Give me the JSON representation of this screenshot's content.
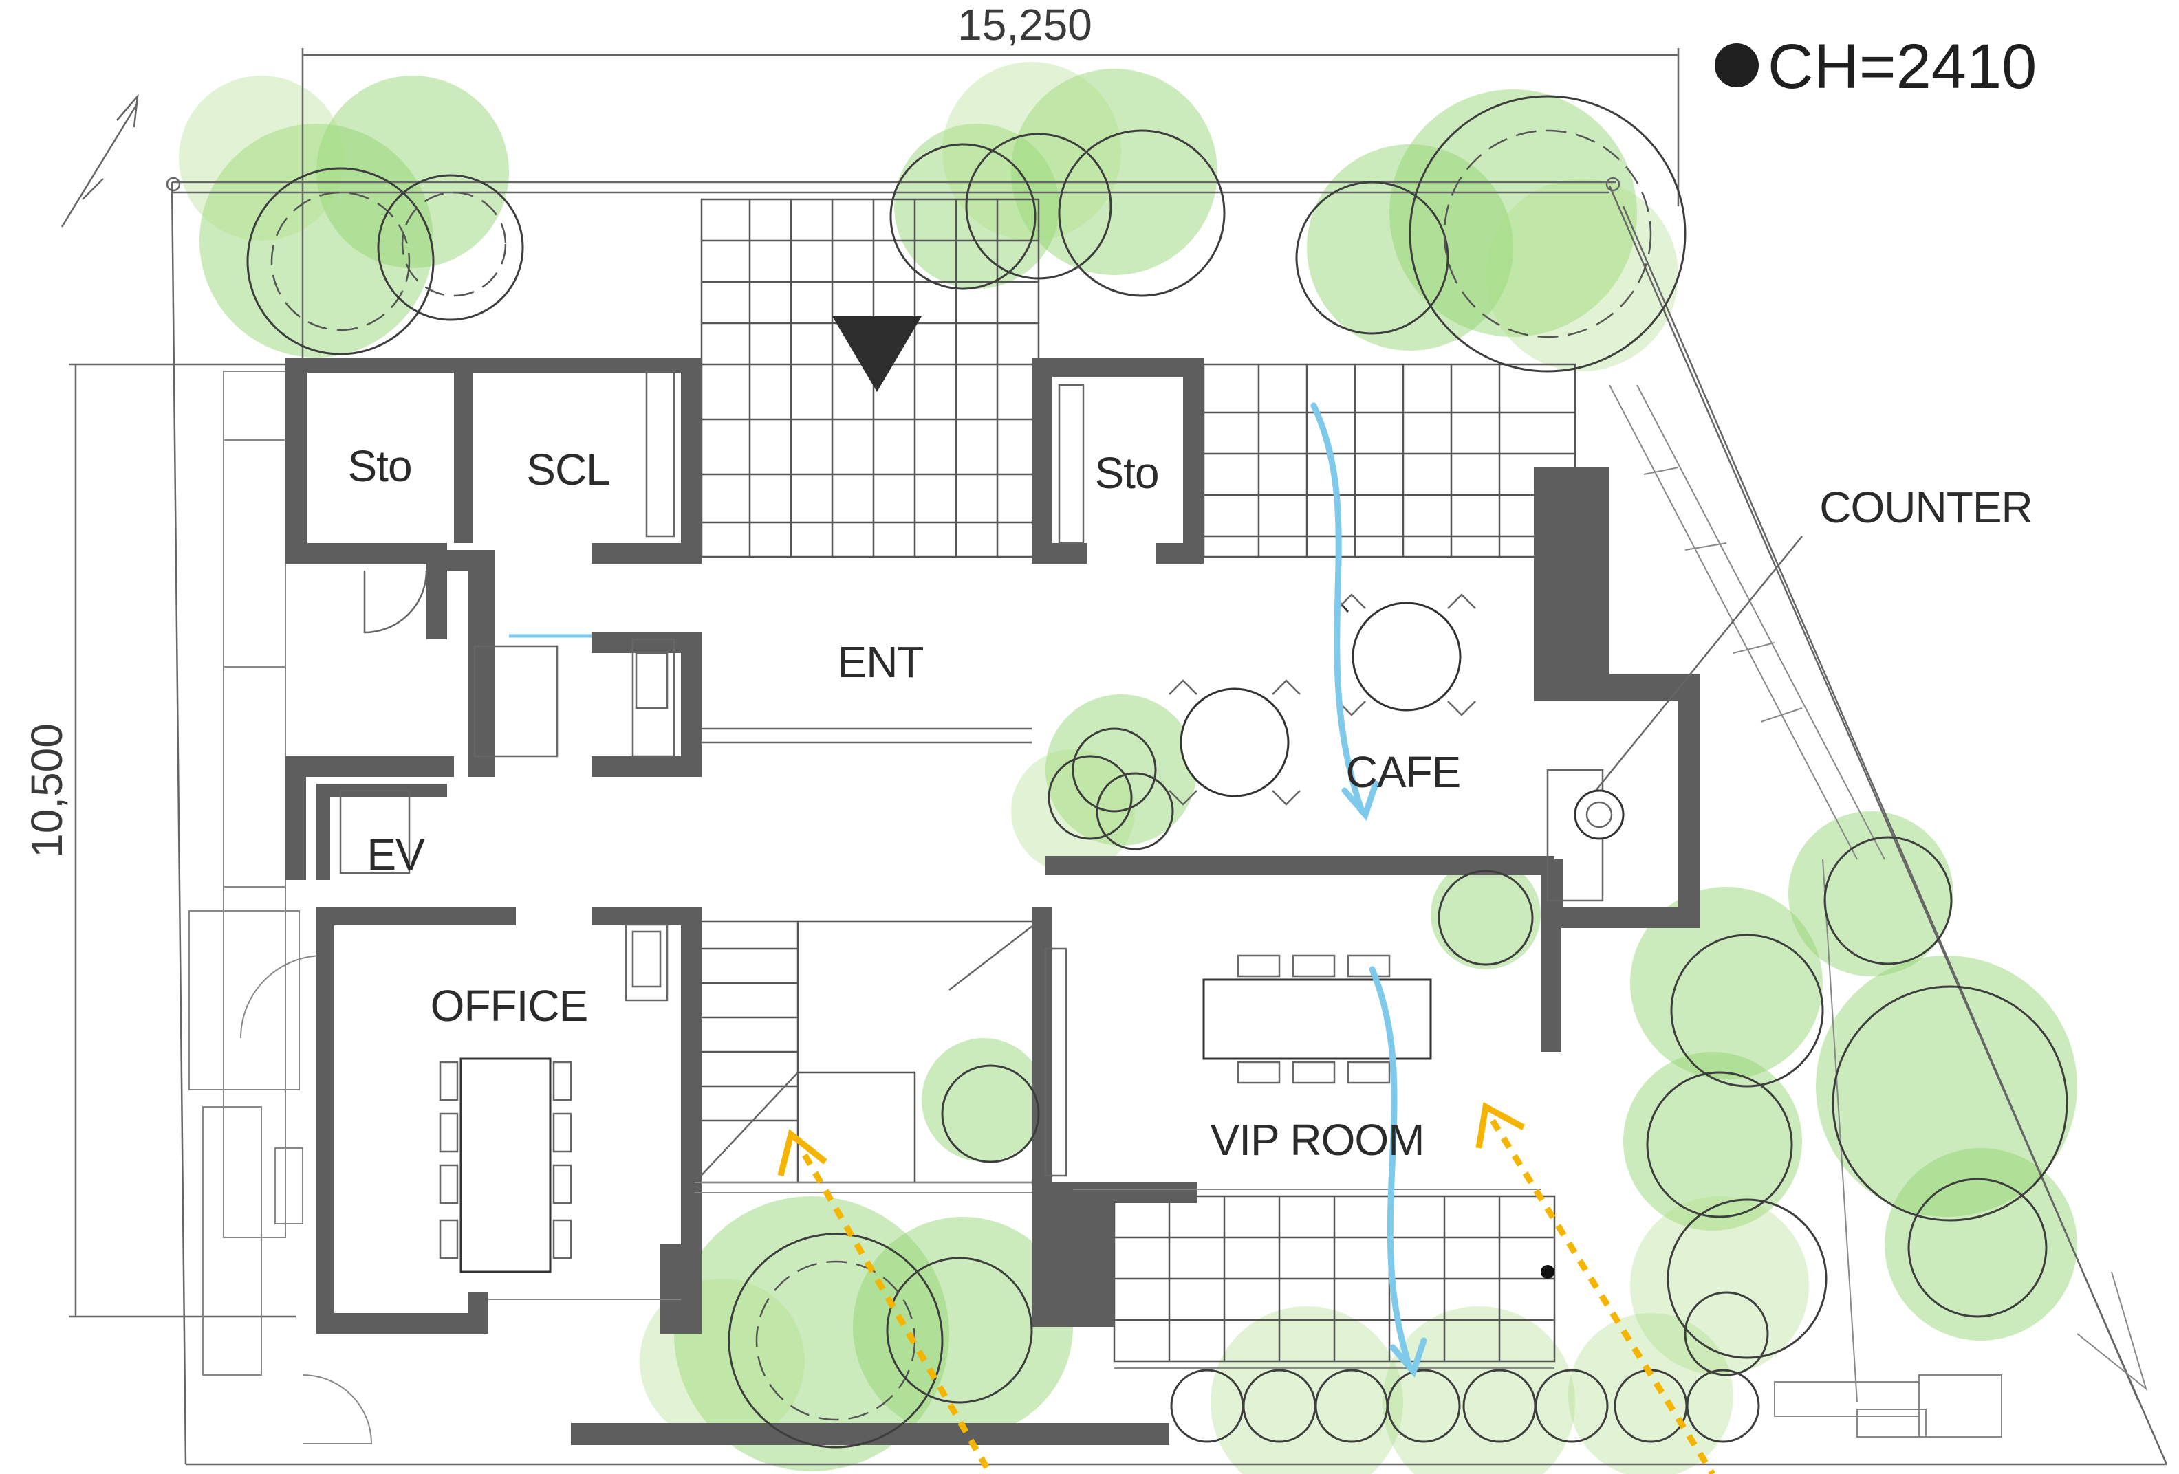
{
  "labels": {
    "dim_width": "15,250",
    "dim_height": "10,500",
    "ceiling_height": "CH=2410",
    "rooms": {
      "sto_left": "Sto",
      "scl": "SCL",
      "sto_right": "Sto",
      "ent": "ENT",
      "ev": "EV",
      "cafe": "CAFE",
      "office": "OFFICE",
      "vip_room": "VIP ROOM",
      "counter": "COUNTER"
    }
  },
  "colors": {
    "wall": "#5e5e5e",
    "greenery": "#8fd36a",
    "approach_arrow": "#f5b400",
    "circulation_arrow": "#7fcaea"
  }
}
